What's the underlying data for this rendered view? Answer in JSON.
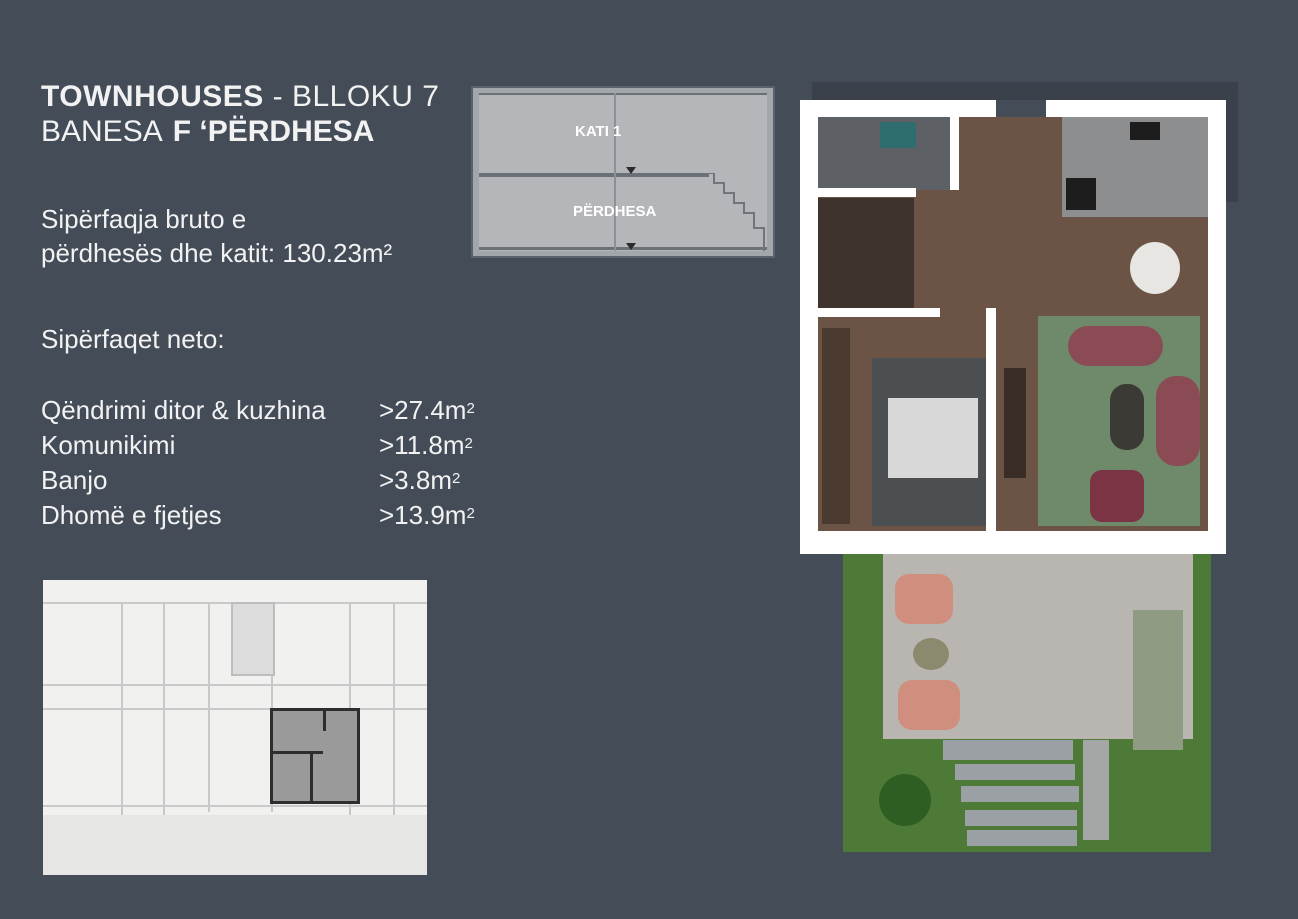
{
  "header": {
    "title_bold": "TOWNHOUSES",
    "title_rest": "- BLLOKU 7",
    "subtitle_prefix": "BANESA",
    "subtitle_bold": "F ‘PËRDHESA"
  },
  "gross_area": {
    "line1": "Sipërfaqja bruto e",
    "line2": "përdhesës dhe katit: 130.23m²"
  },
  "net_label": "Sipërfaqet neto:",
  "rooms": [
    {
      "name": "Qëndrimi ditor & kuzhina",
      "area": ">27.4m",
      "unit": "2"
    },
    {
      "name": "Komunikimi",
      "area": ">11.8m",
      "unit": "2"
    },
    {
      "name": "Banjo",
      "area": ">3.8m",
      "unit": "2"
    },
    {
      "name": "Dhomë e fjetjes",
      "area": ">13.9m",
      "unit": "2"
    }
  ],
  "section": {
    "upper_label": "KATI 1",
    "lower_label": "PËRDHESA"
  },
  "colors": {
    "background": "#444c58",
    "floor_wood": "#6b5446",
    "rug_green": "#6f8a6a",
    "garden": "#4d7a36",
    "terrace": "#b9b6b1",
    "sofa": "#8a4b55"
  }
}
